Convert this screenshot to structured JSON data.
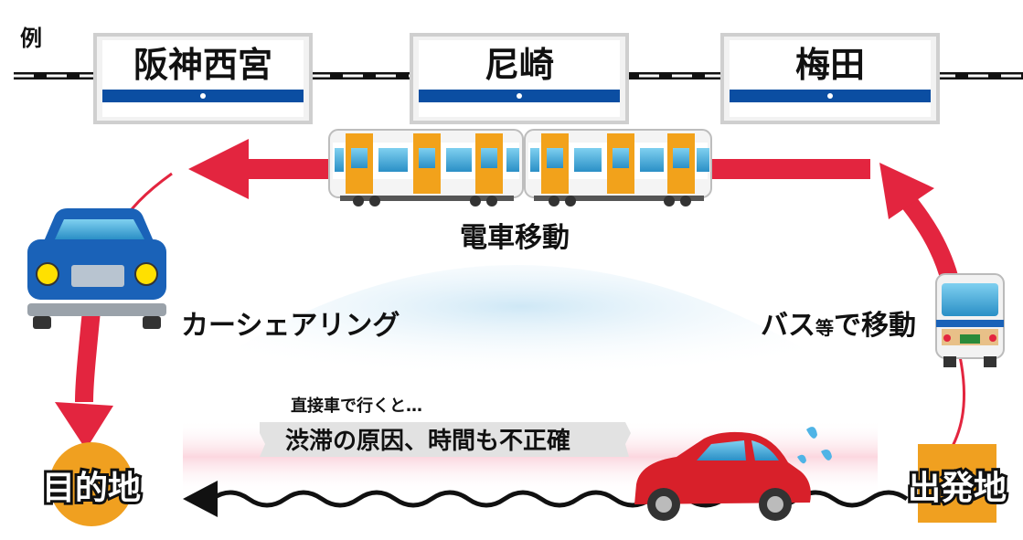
{
  "example_label": "例",
  "stations": [
    {
      "name": "阪神西宮"
    },
    {
      "name": "尼崎"
    },
    {
      "name": "梅田"
    }
  ],
  "labels": {
    "train_move": "電車移動",
    "car_sharing": "カーシェアリング",
    "bus_move_prefix": "バス",
    "bus_move_small": "等",
    "bus_move_suffix": "で移動",
    "direct_car_caption": "直接車で行くと…",
    "congestion_note": "渋滞の原因、時間も不正確",
    "destination": "目的地",
    "departure": "出発地"
  },
  "colors": {
    "arrow_red": "#e3253f",
    "station_blue": "#0b4ea2",
    "train_orange": "#f2a21b",
    "marker_orange": "#f0a020",
    "car_red": "#d8202a",
    "car_blue": "#1a62b8",
    "sky_light": "#cfe8f6",
    "pink_glow": "#fbd3dc"
  }
}
